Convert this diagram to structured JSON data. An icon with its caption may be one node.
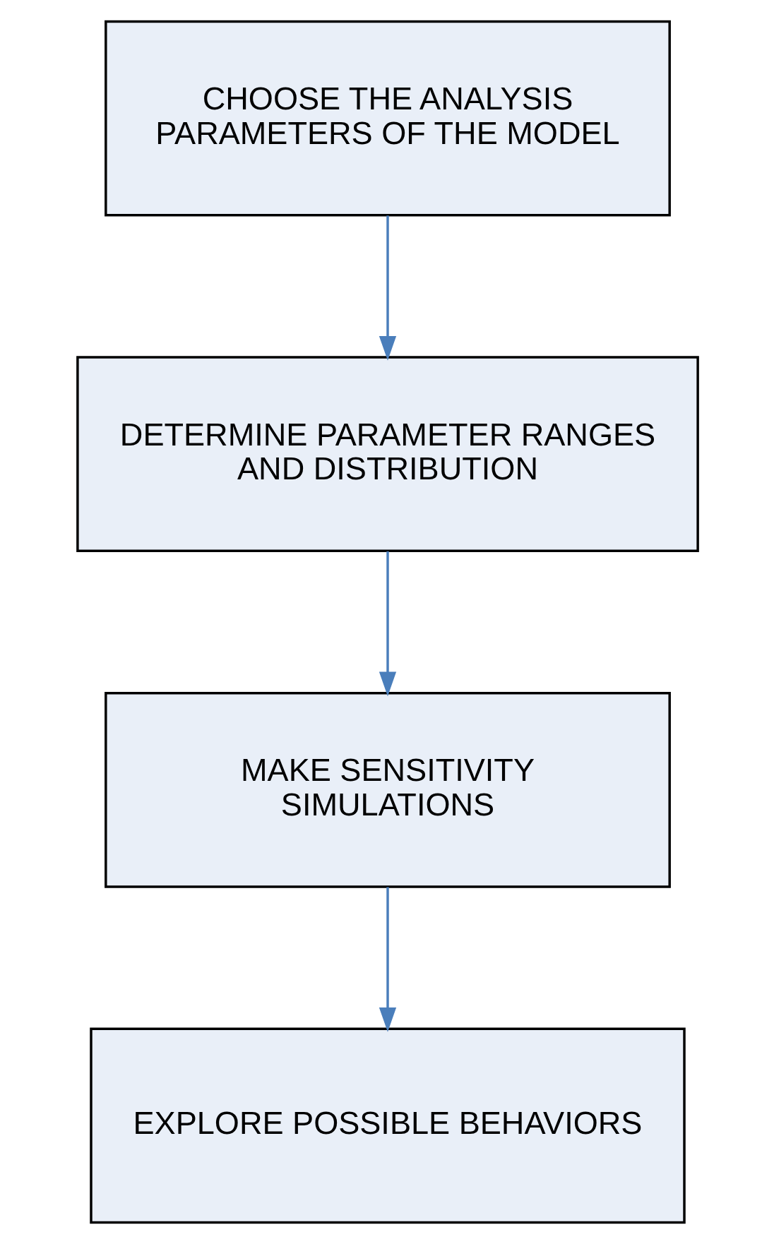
{
  "diagram": {
    "nodes": [
      {
        "text": [
          "CHOOSE THE ANALYSIS PARAMETERS OF THE MODEL"
        ]
      },
      {
        "text": [
          "DETERMINE PARAMETER RANGES AND DISTRIBUTION"
        ]
      },
      {
        "text": [
          "MAKE SENSITIVITY SIMULATIONS"
        ]
      },
      {
        "text": [
          "EXPLORE POSSIBLE BEHAVIORS"
        ]
      }
    ],
    "edges": [
      {
        "from": 0,
        "to": 1,
        "arrow": "to"
      },
      {
        "from": 1,
        "to": 2,
        "arrow": "to"
      },
      {
        "from": 2,
        "to": 3,
        "arrow": "to"
      }
    ]
  }
}
